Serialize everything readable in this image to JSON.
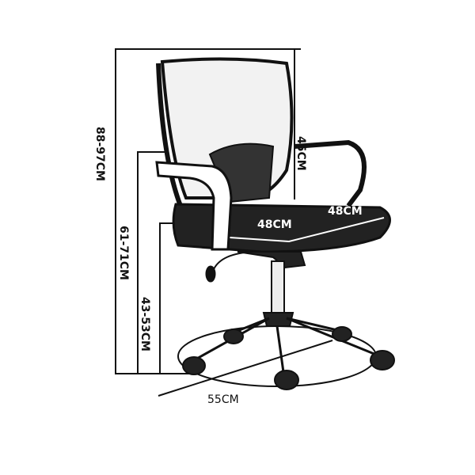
{
  "dimensions": {
    "total_height": "88-97CM",
    "armrest_height": "61-71CM",
    "seat_height": "43-53CM",
    "backrest_height": "45CM",
    "seat_depth": "48CM",
    "seat_width": "48CM",
    "base_diameter": "55CM"
  },
  "colors": {
    "line": "#111111",
    "background": "#ffffff"
  }
}
